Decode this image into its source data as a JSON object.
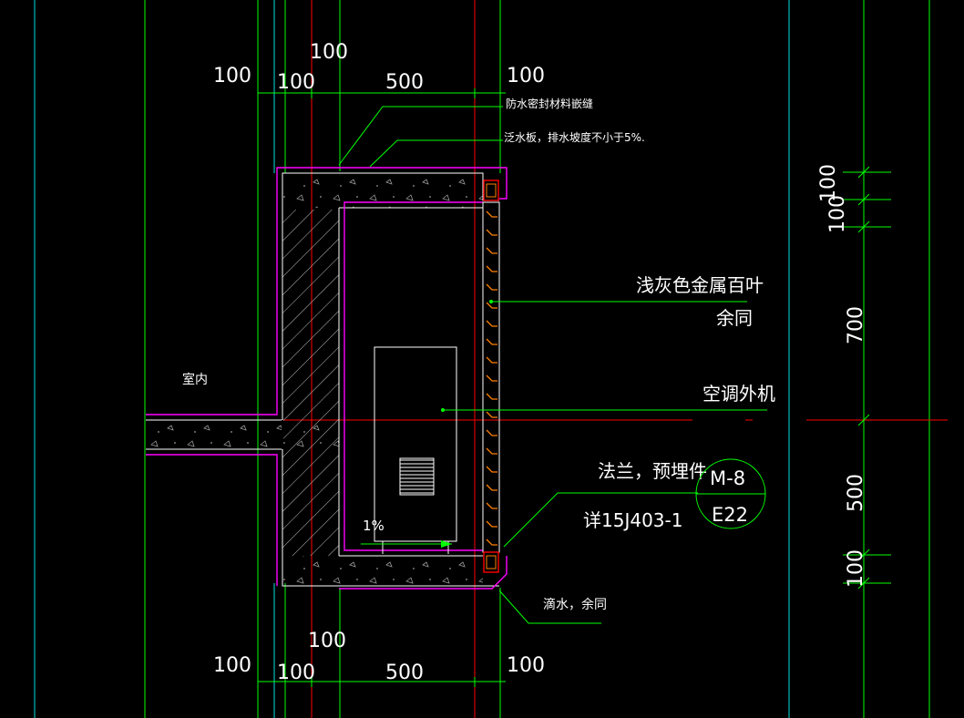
{
  "colors": {
    "background": "#000000",
    "cyan": "#00e0e0",
    "green": "#00ff00",
    "red": "#ff0000",
    "magenta": "#ff00ff",
    "white": "#ffffff",
    "orange": "#ff8000",
    "hatch": "#cccccc"
  },
  "dims_top": {
    "upper_100": "100",
    "left_100": "100",
    "mid_100": "100",
    "span_500": "500",
    "right_100": "100"
  },
  "dims_bottom": {
    "upper_100": "100",
    "left_100": "100",
    "mid_100": "100",
    "span_500": "500",
    "right_100": "100"
  },
  "dims_right": {
    "top_100a": "100",
    "top_100b": "100",
    "mid_700": "700",
    "mid_500": "500",
    "bot_100": "100"
  },
  "notes": {
    "seal": "防水密封材料嵌缝",
    "flashing": "泛水板，排水坡度不小于5%."
  },
  "labels": {
    "louver_1": "浅灰色金属百叶",
    "louver_2": "余同",
    "ac_unit": "空调外机",
    "flange": "法兰，预埋件",
    "detail_ref": "详15J403-1",
    "drip": "滴水，余同",
    "indoor": "室内",
    "slope": "1%"
  },
  "detail_tag": {
    "top": "M-8",
    "bottom": "E22"
  }
}
